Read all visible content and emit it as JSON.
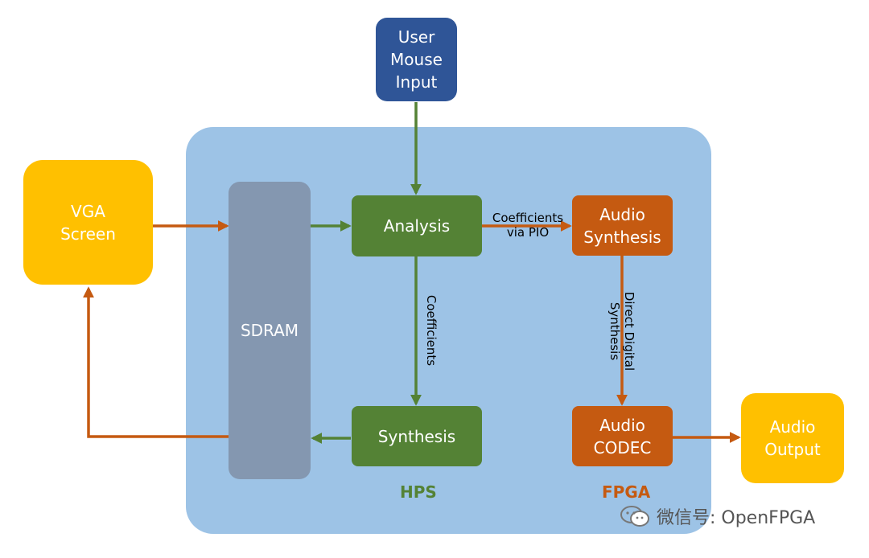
{
  "nodes": {
    "user_mouse_input": "User\nMouse\nInput",
    "vga_screen": "VGA\nScreen",
    "sdram": "SDRAM",
    "analysis": "Analysis",
    "synthesis": "Synthesis",
    "audio_synthesis": "Audio\nSynthesis",
    "audio_codec": "Audio\nCODEC",
    "audio_output": "Audio\nOutput"
  },
  "edge_labels": {
    "coefficients_via_pio": "Coefficients\nvia PIO",
    "coefficients": "Coefficients",
    "direct_digital_synthesis": "Direct Digital\nSynthesis"
  },
  "regions": {
    "hps": "HPS",
    "fpga": "FPGA"
  },
  "watermark": {
    "text": "微信号: OpenFPGA",
    "icon": "wechat-icon"
  },
  "colors": {
    "region": "#9dc3e6",
    "sdram": "#8497b0",
    "green": "#548235",
    "orange": "#c55a11",
    "yellow": "#ffc000",
    "navy": "#2f5597",
    "arrow_green": "#548235",
    "arrow_orange": "#c55a11"
  }
}
